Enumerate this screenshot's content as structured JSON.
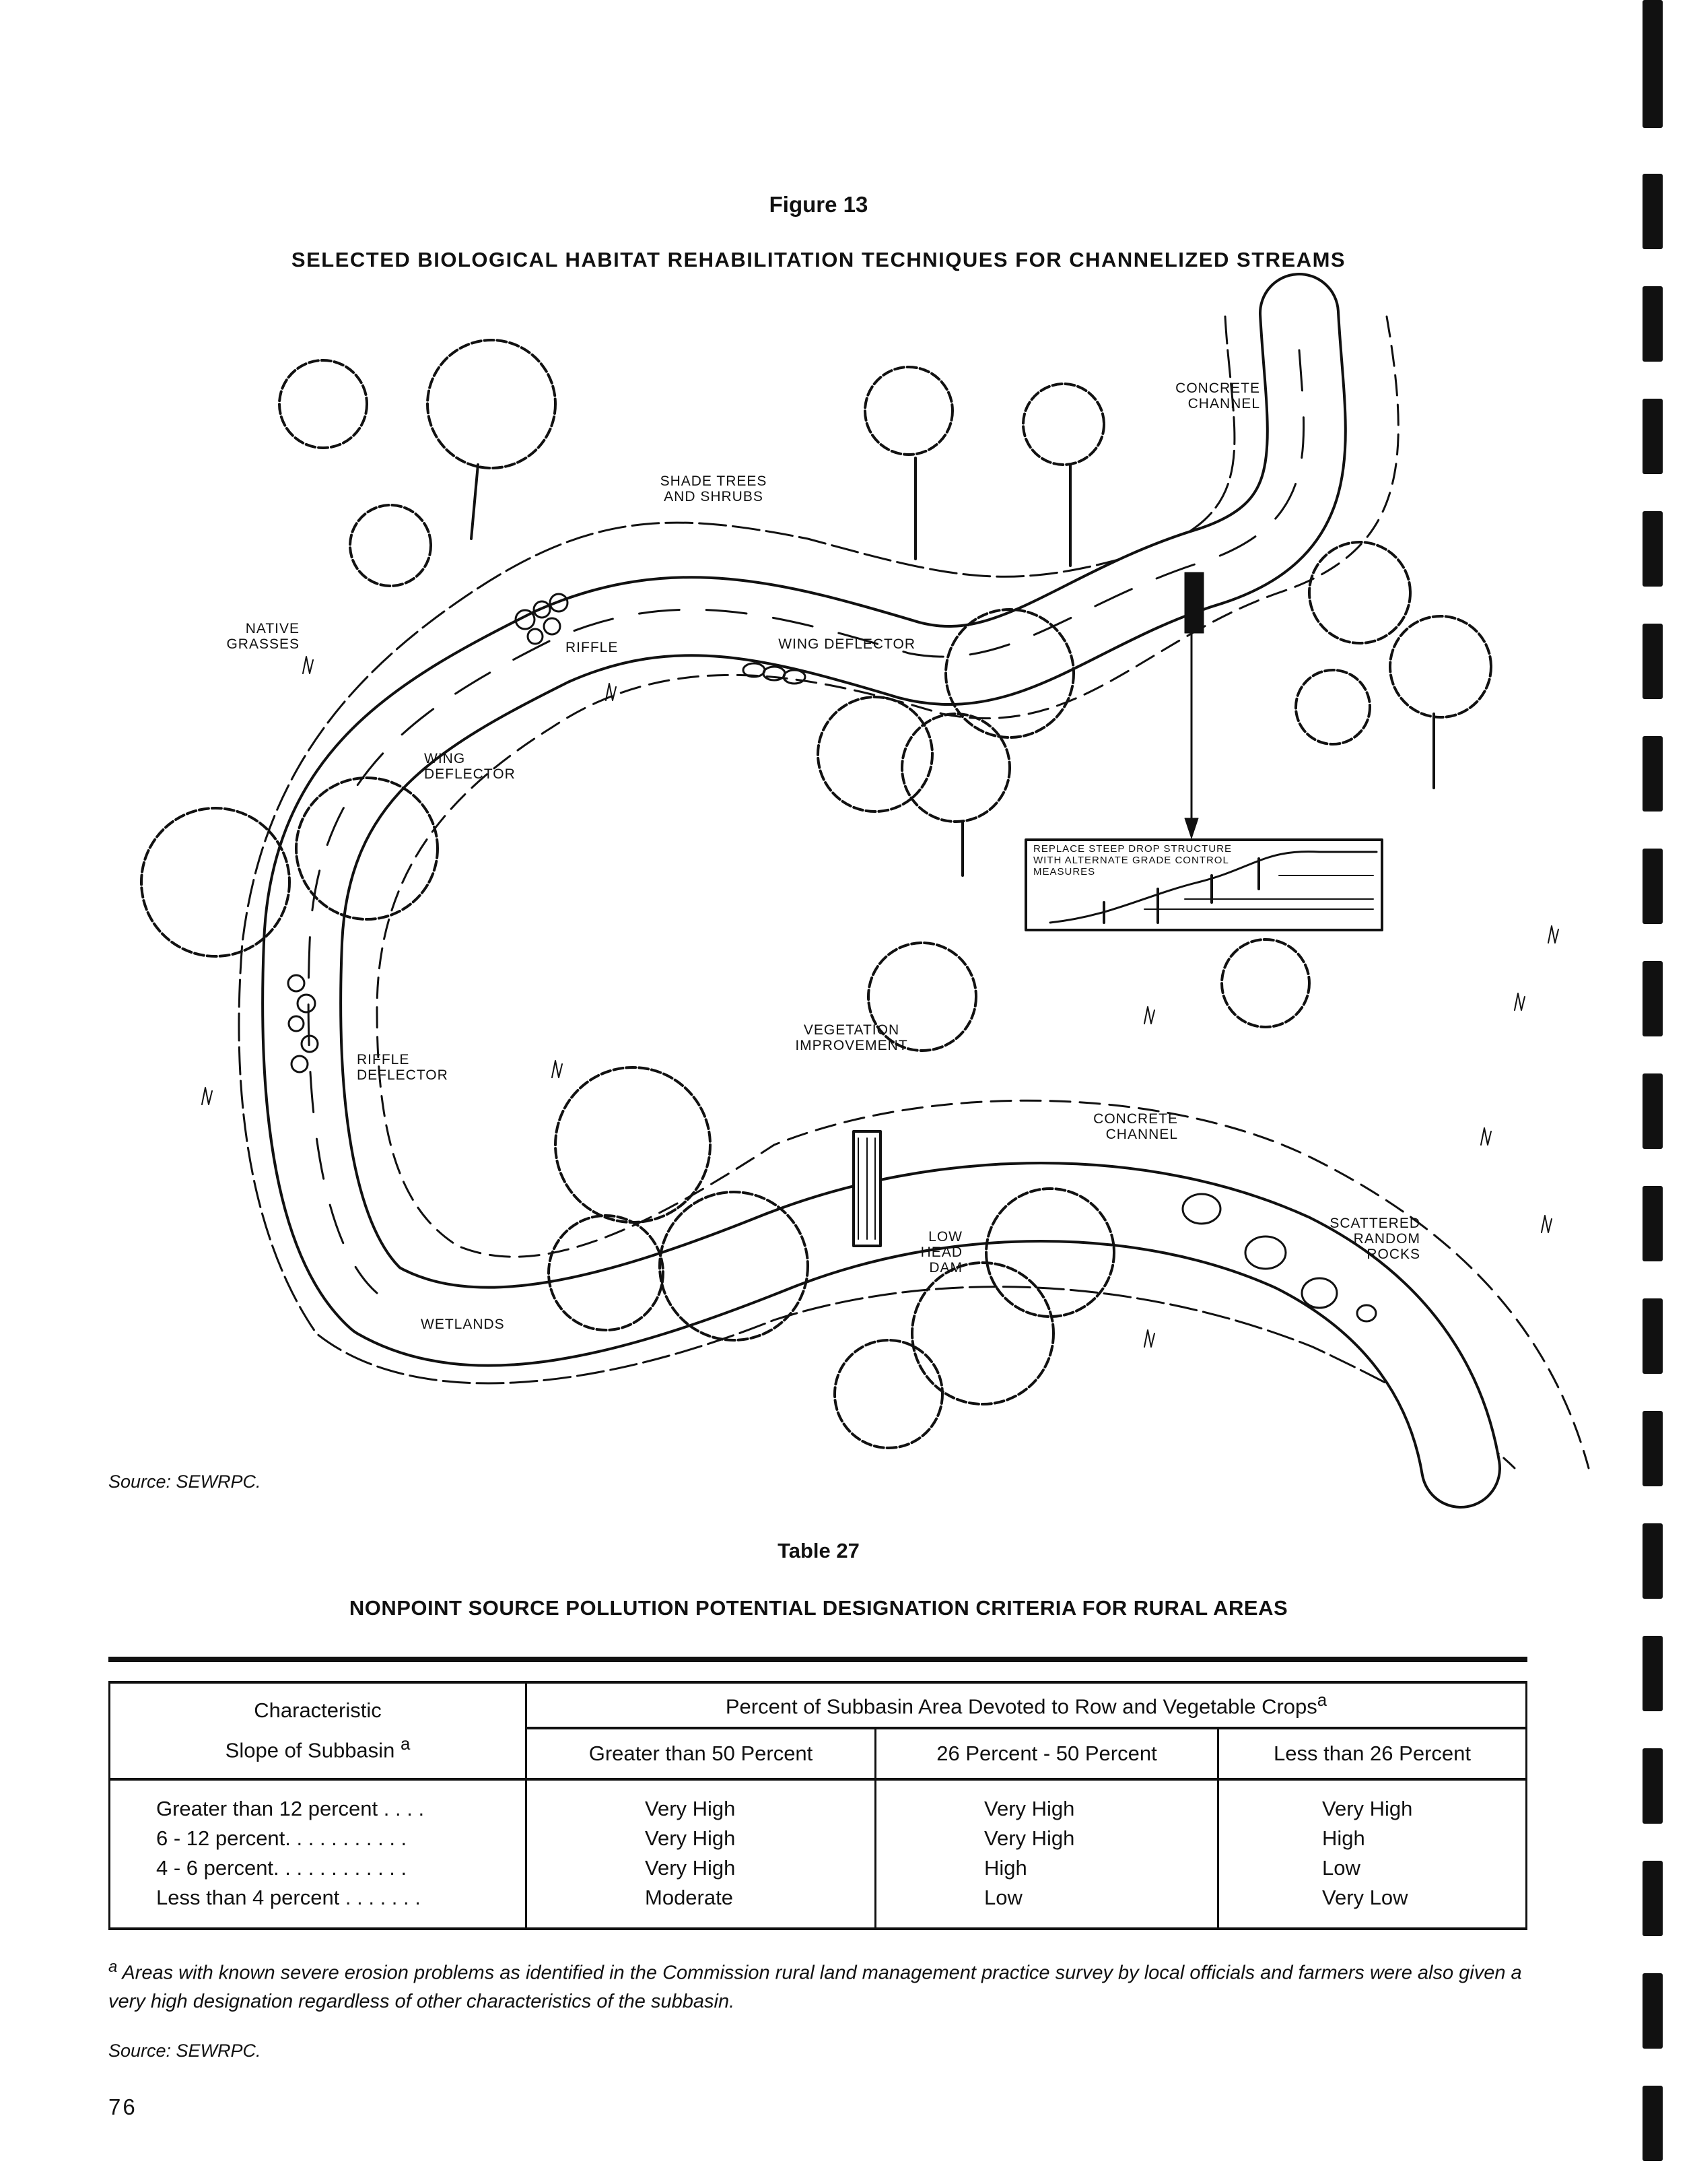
{
  "figure": {
    "number": "Figure 13",
    "title": "SELECTED BIOLOGICAL HABITAT REHABILITATION TECHNIQUES FOR CHANNELIZED STREAMS",
    "labels": {
      "concrete_channel_top": "CONCRETE CHANNEL",
      "shade_trees": "SHADE TREES AND SHRUBS",
      "native_grasses": "NATIVE GRASSES",
      "riffle": "RIFFLE",
      "wing_deflector_top": "WING DEFLECTOR",
      "wing_deflector_left": "WING DEFLECTOR",
      "replace_drop": "REPLACE STEEP DROP STRUCTURE WITH ALTERNATE GRADE CONTROL MEASURES",
      "vegetation_improvement": "VEGETATION IMPROVEMENT",
      "riffle_deflector": "RIFFLE DEFLECTOR",
      "concrete_channel_lower": "CONCRETE CHANNEL",
      "low_head_dam": "LOW HEAD DAM",
      "scattered_rocks": "SCATTERED RANDOM ROCKS",
      "wetlands": "WETLANDS"
    },
    "source": "Source:  SEWRPC."
  },
  "table": {
    "number": "Table 27",
    "title": "NONPOINT SOURCE POLLUTION POTENTIAL DESIGNATION CRITERIA FOR RURAL AREAS",
    "row_header_line1": "Characteristic",
    "row_header_line2": "Slope of Subbasin",
    "row_header_sup": "a",
    "group_header": "Percent of Subbasin Area Devoted to Row and Vegetable Crops",
    "group_header_sup": "a",
    "columns": [
      "Greater than 50 Percent",
      "26 Percent - 50 Percent",
      "Less than 26 Percent"
    ],
    "rows": [
      {
        "slope": "Greater than 12 percent . . . .",
        "values": [
          "Very High",
          "Very High",
          "Very High"
        ]
      },
      {
        "slope": "6 - 12 percent. . . . . . . . . . .",
        "values": [
          "Very High",
          "Very High",
          "High"
        ]
      },
      {
        "slope": "4 - 6 percent. . . . . . . . . . . .",
        "values": [
          "Very High",
          "High",
          "Low"
        ]
      },
      {
        "slope": "Less than 4 percent . . . . . . .",
        "values": [
          "Moderate",
          "Low",
          "Very Low"
        ]
      }
    ],
    "footnote_marker": "a",
    "footnote": "Areas with known severe erosion problems as identified in the Commission rural land management practice survey by local officials and farmers were also given a very high designation regardless of other characteristics of the subbasin.",
    "source": "Source:  SEWRPC."
  },
  "page_number": "76"
}
